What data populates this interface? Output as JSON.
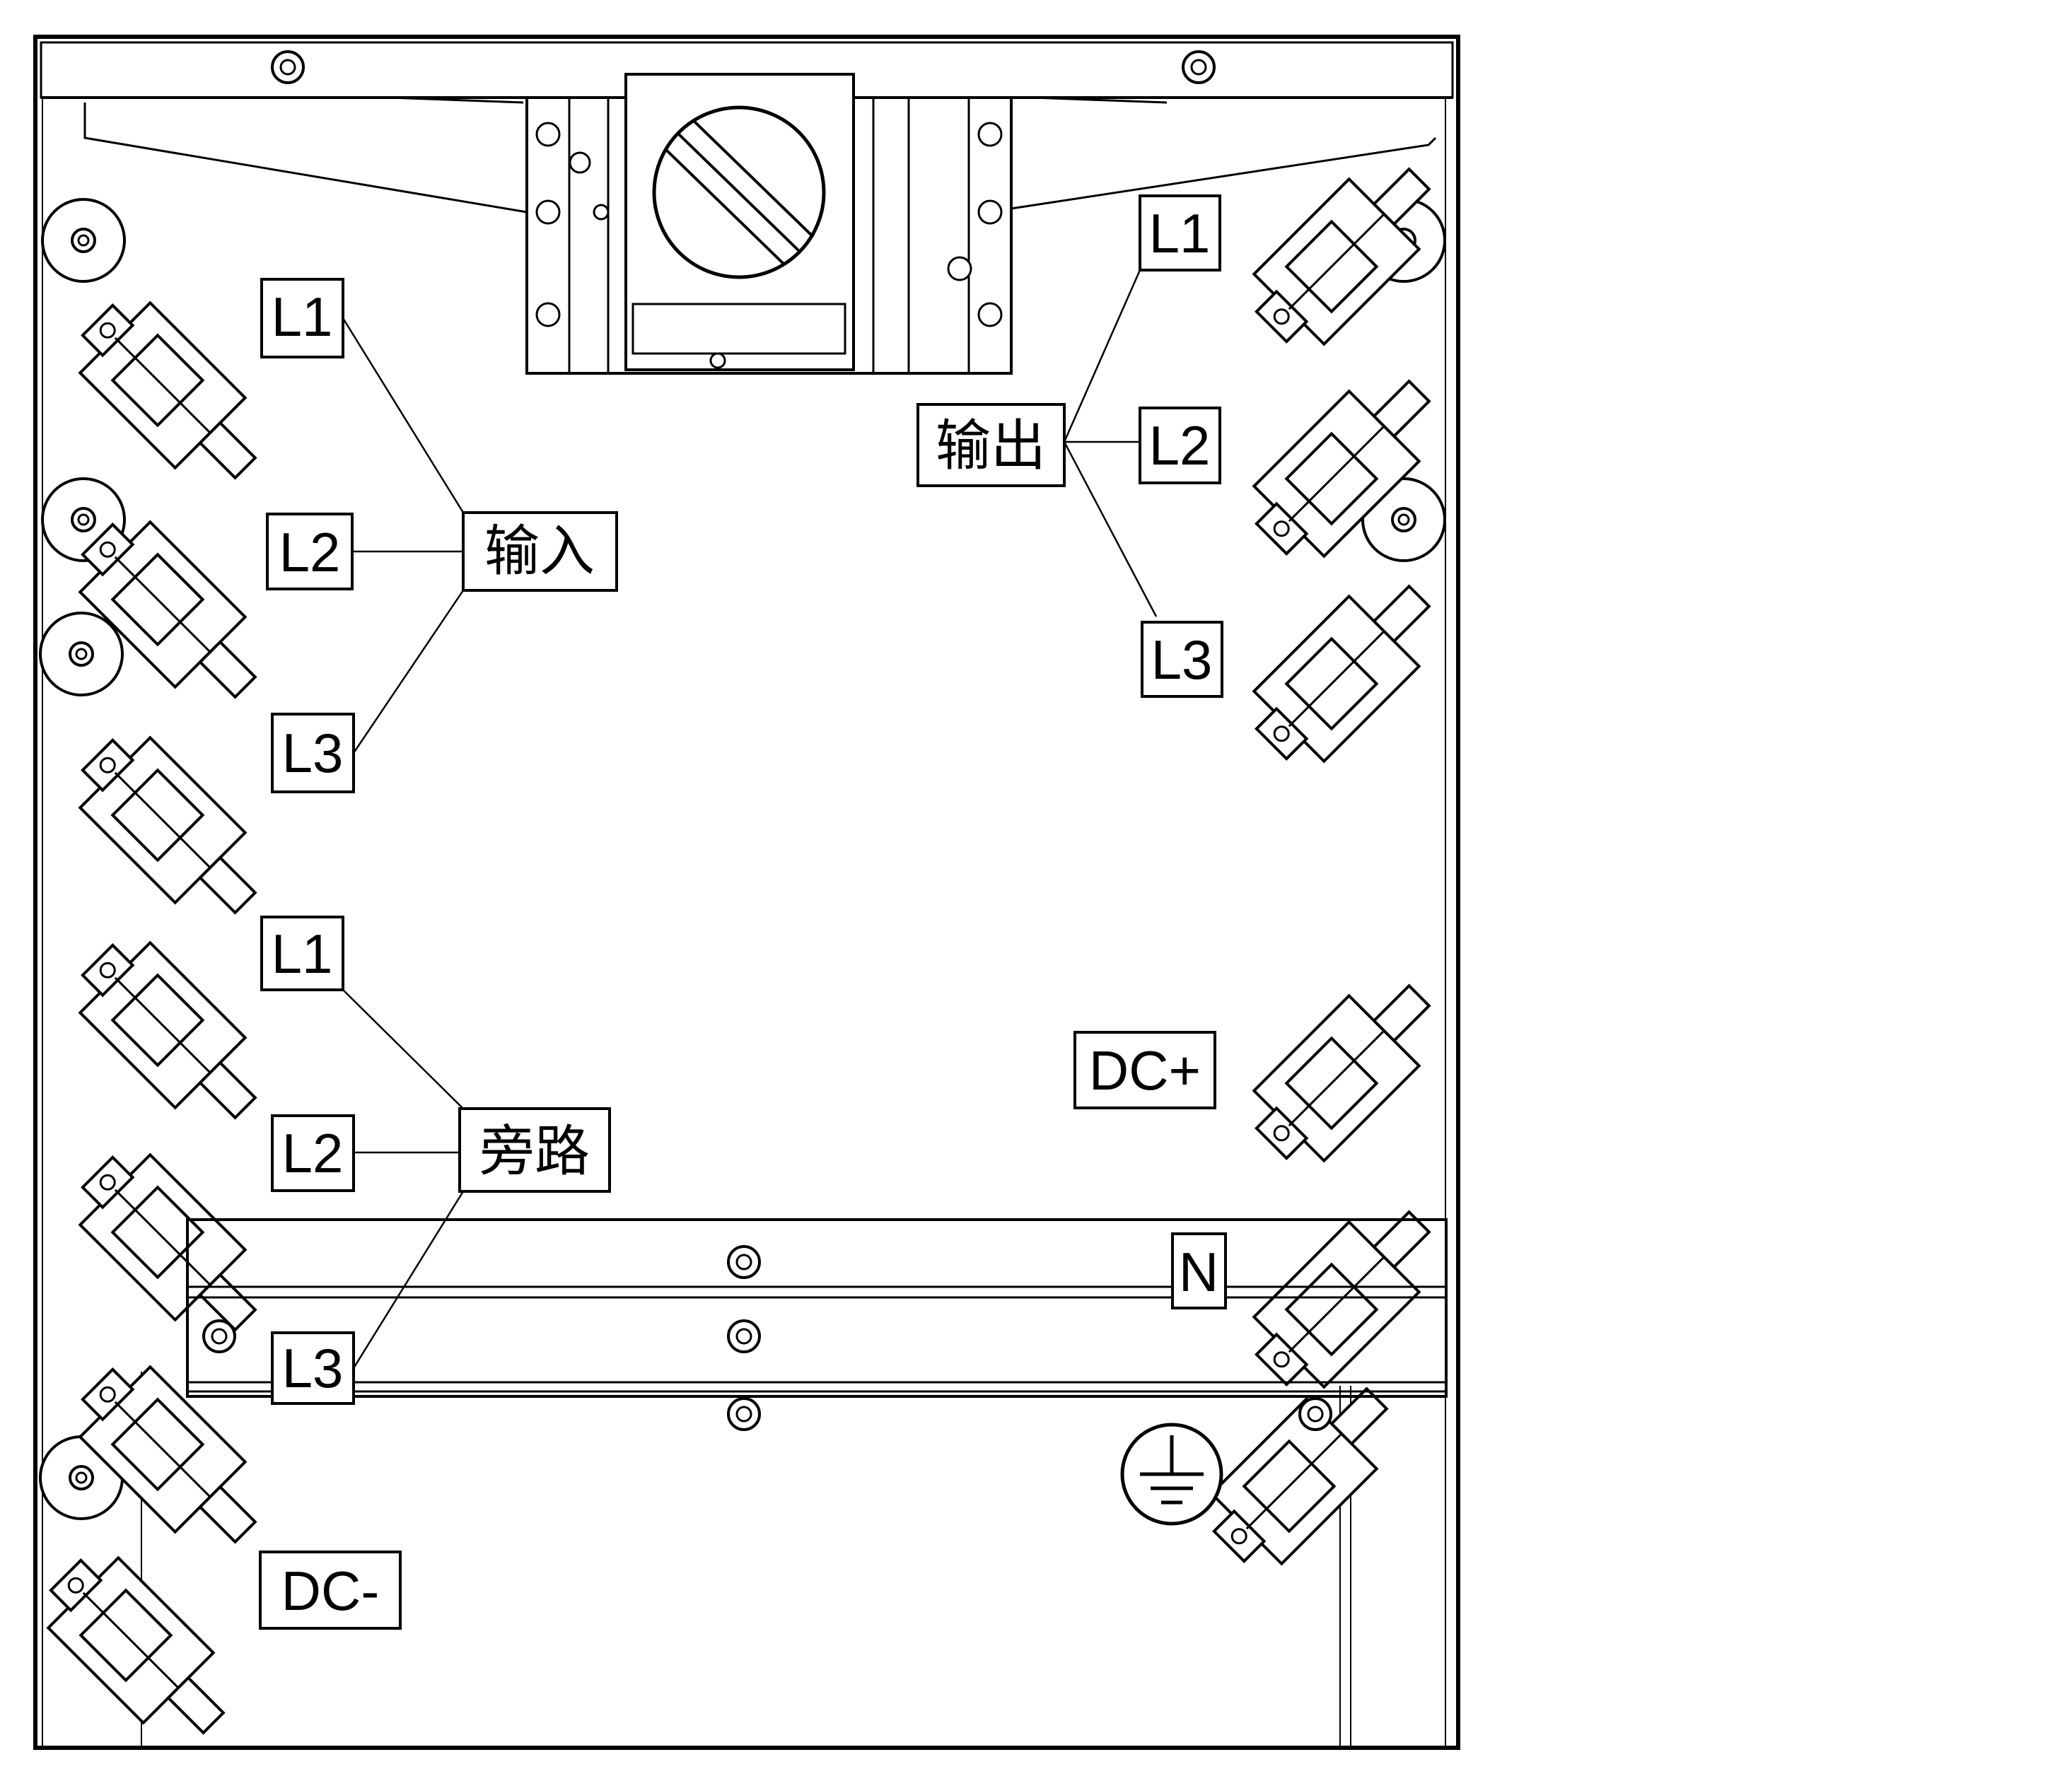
{
  "labels": {
    "input_group": "输入",
    "output_group": "输出",
    "bypass_group": "旁路",
    "input_l1": "L1",
    "input_l2": "L2",
    "input_l3": "L3",
    "bypass_l1": "L1",
    "bypass_l2": "L2",
    "bypass_l3": "L3",
    "output_l1": "L1",
    "output_l2": "L2",
    "output_l3": "L3",
    "dc_plus": "DC+",
    "dc_minus": "DC-",
    "neutral": "N"
  },
  "icons": {
    "ground": "ground-icon",
    "rotary_switch": "rotary-switch-icon",
    "terminal_lug": "terminal-lug-icon",
    "screw": "screw-icon"
  },
  "colors": {
    "line": "#000000",
    "background": "#ffffff"
  }
}
